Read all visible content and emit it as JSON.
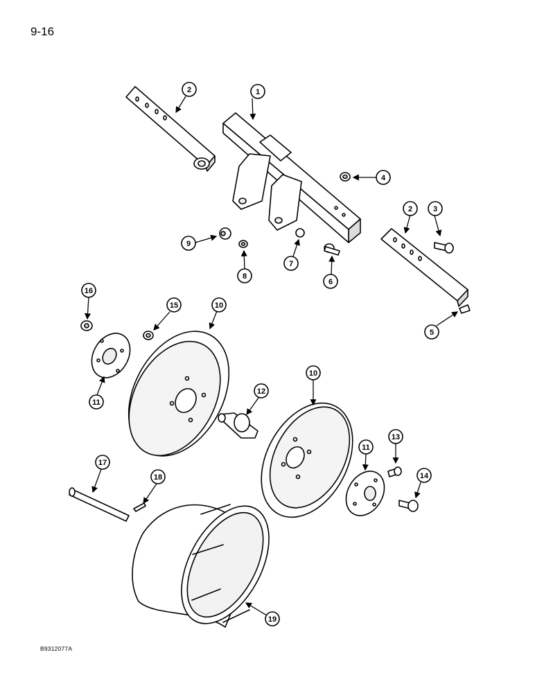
{
  "page": {
    "number": "9-16",
    "figure_code": "B9312077A"
  },
  "callouts": [
    "1",
    "2",
    "2",
    "3",
    "4",
    "5",
    "6",
    "7",
    "8",
    "9",
    "10",
    "10",
    "11",
    "11",
    "12",
    "13",
    "14",
    "15",
    "16",
    "17",
    "18",
    "19"
  ]
}
